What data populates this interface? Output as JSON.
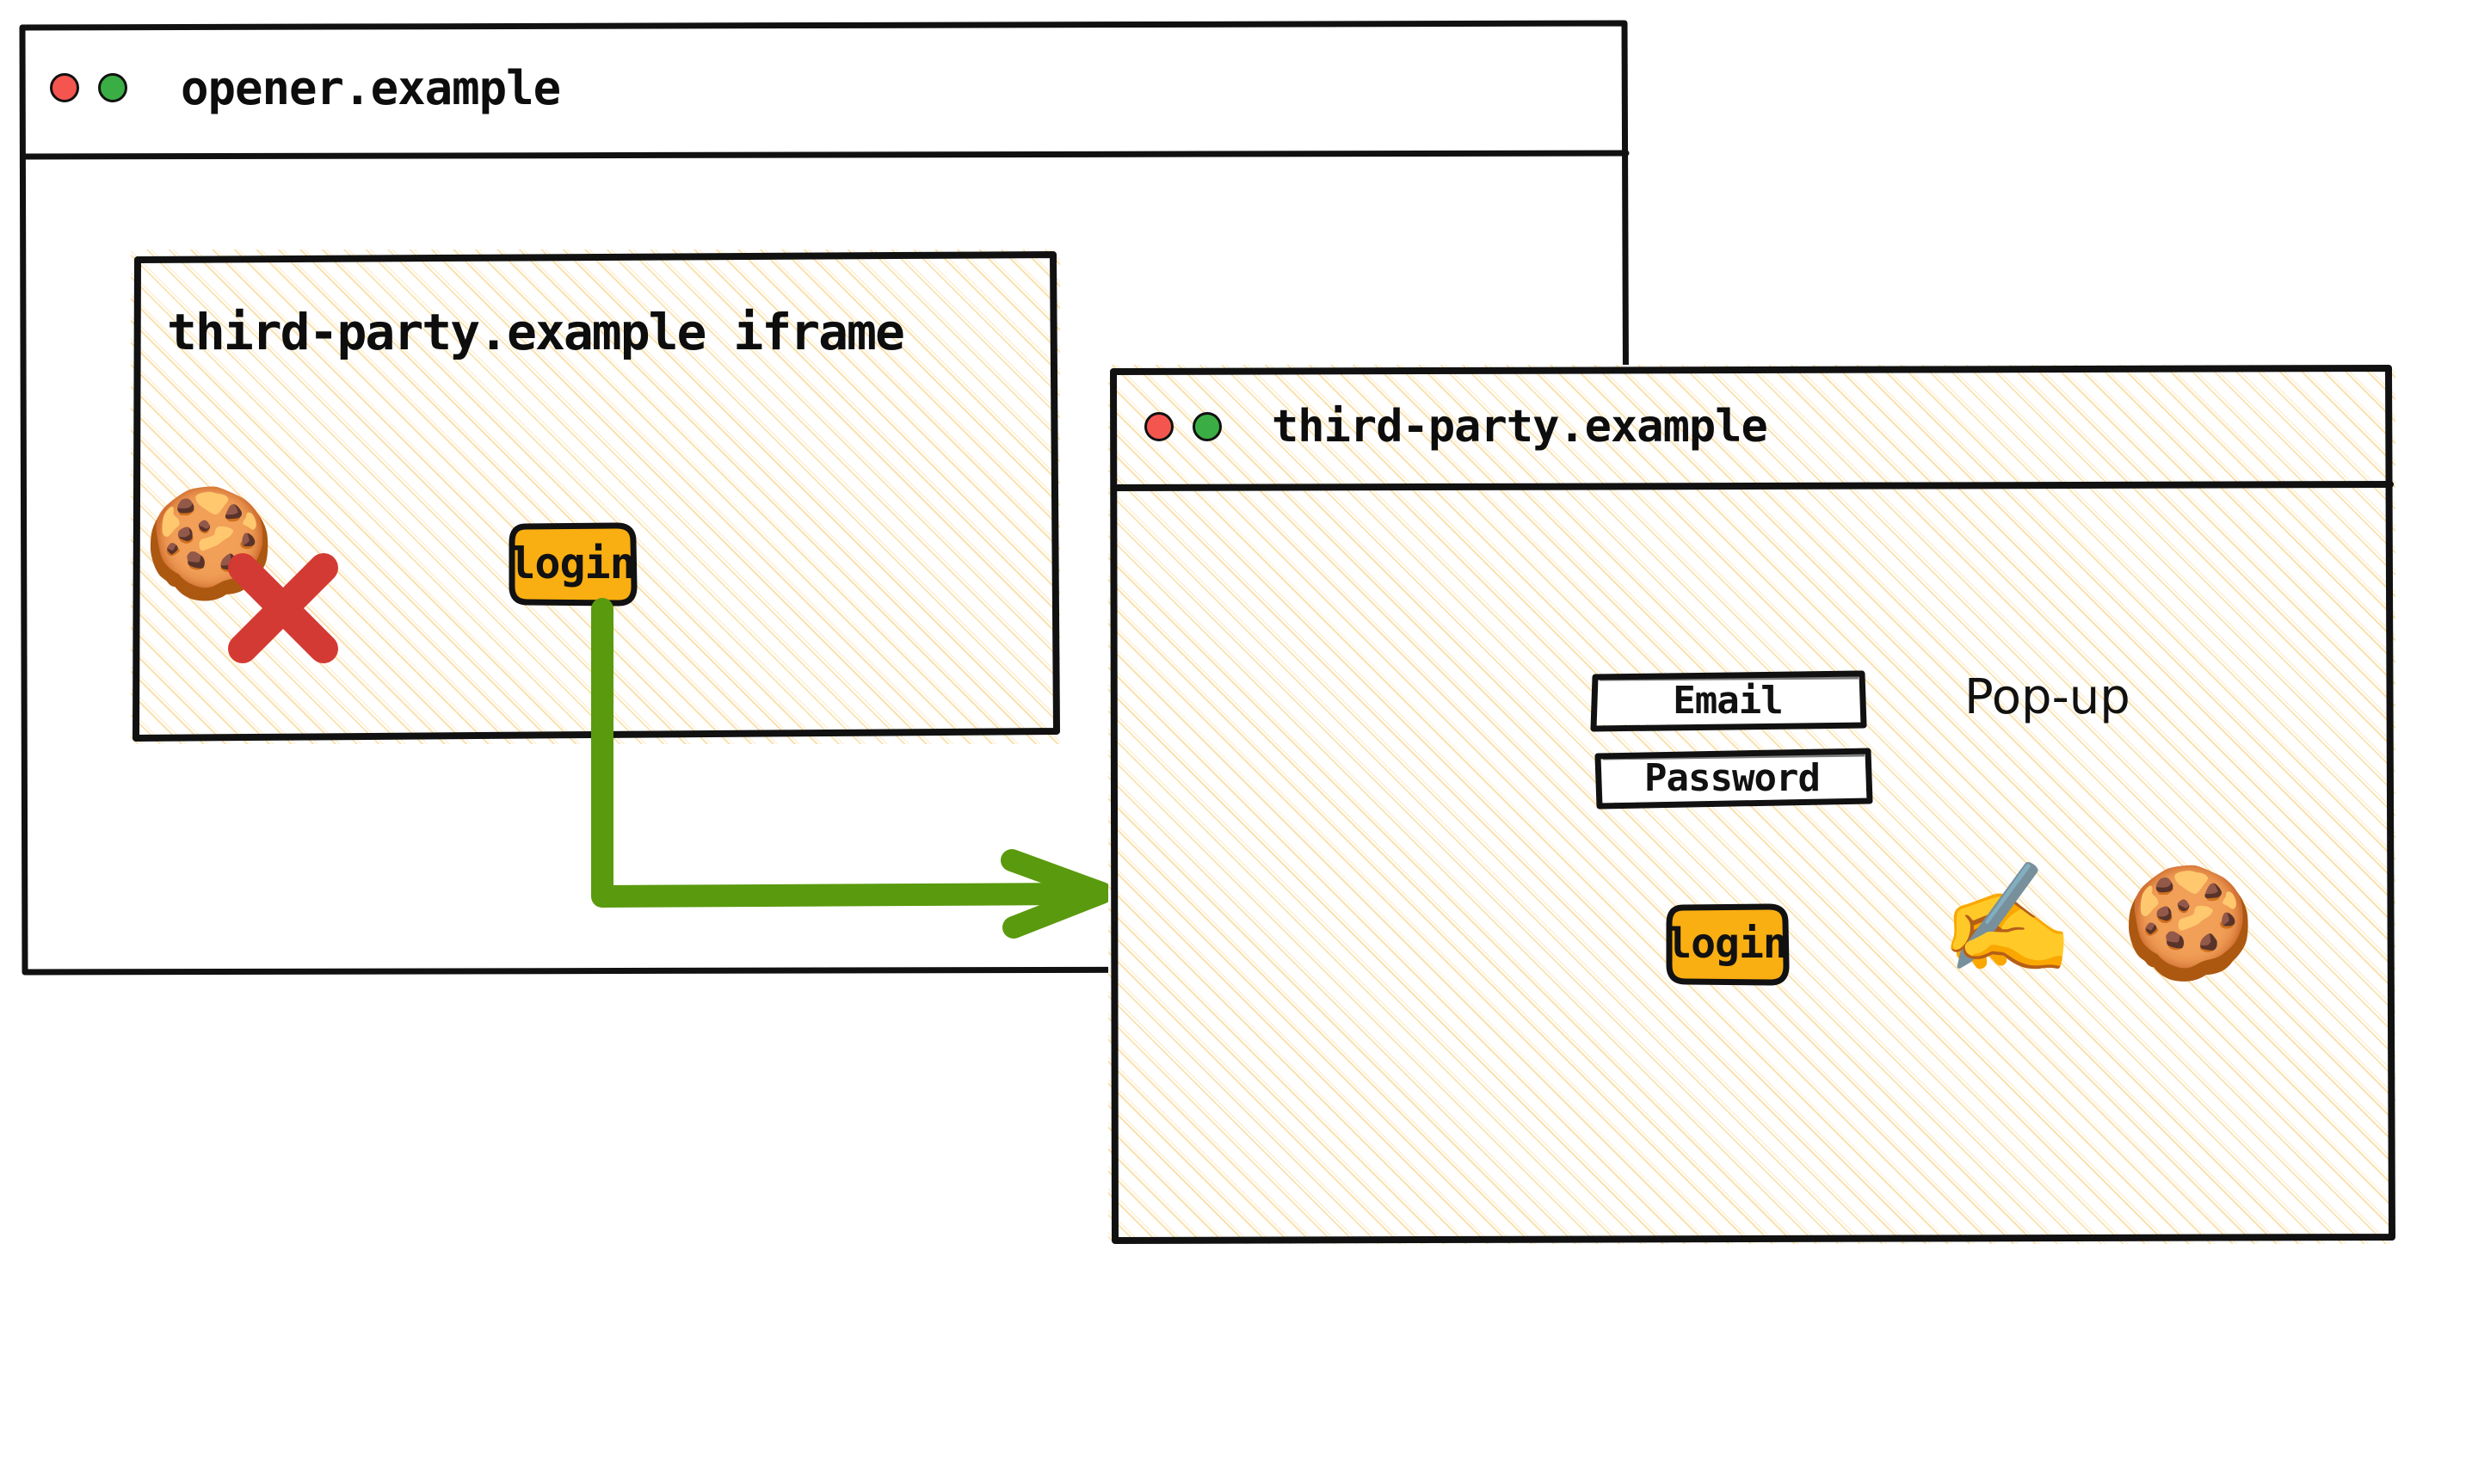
{
  "figure": {
    "title": "Third-party iframe opening a pop-up to set cookies",
    "accent_orange": "#F9AE11",
    "accent_green": "#5A9A0E",
    "hatch_color": "#F7D68E",
    "dot_red": "#F4564F",
    "dot_green": "#3AAE44",
    "x_red": "#D33A33"
  },
  "opener_window": {
    "title": "opener.example",
    "controls": [
      {
        "name": "close",
        "color": "#F4564F"
      },
      {
        "name": "maximize",
        "color": "#3AAE44"
      }
    ],
    "iframe": {
      "label": "third-party.example iframe",
      "cookie_icon": "cookie-icon",
      "cookie_blocked_icon": "red-cross-icon",
      "login_button": "login"
    }
  },
  "popup_window": {
    "title": "third-party.example",
    "controls": [
      {
        "name": "close",
        "color": "#F4564F"
      },
      {
        "name": "maximize",
        "color": "#3AAE44"
      }
    ],
    "label": "Pop-up",
    "fields": [
      {
        "name": "email",
        "text": "Email"
      },
      {
        "name": "password",
        "text": "Password"
      }
    ],
    "login_button": "login",
    "writing_hand_icon": "writing-hand-icon",
    "cookie_icon": "cookie-icon"
  },
  "flow_arrow": {
    "name": "login-opens-popup-arrow",
    "from": "iframe login button",
    "to": "third-party.example pop-up",
    "color": "#5A9A0E"
  }
}
